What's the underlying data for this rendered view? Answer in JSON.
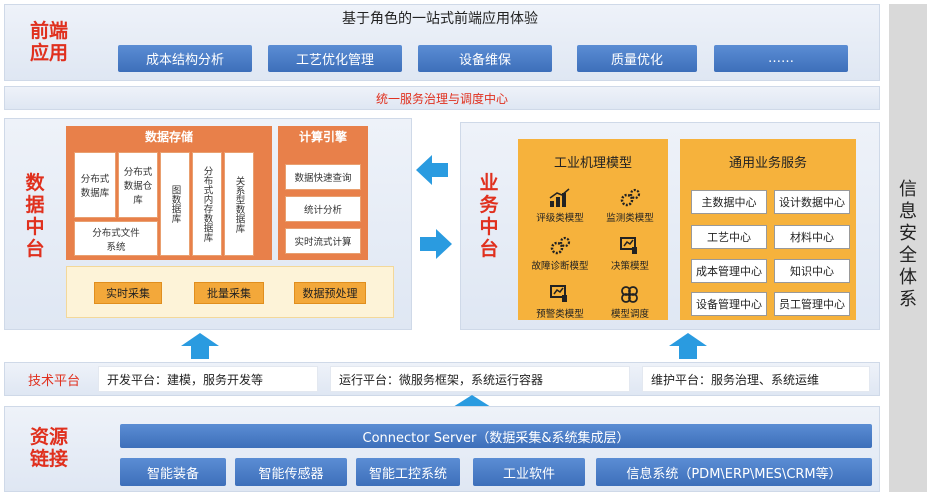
{
  "frontend": {
    "label_line1": "前端",
    "label_line2": "应用",
    "title": "基于角色的一站式前端应用体验",
    "apps": [
      "成本结构分析",
      "工艺优化管理",
      "设备维保",
      "质量优化",
      "……"
    ]
  },
  "service_governance": "统一服务治理与调度中心",
  "data_platform": {
    "label": [
      "数",
      "据",
      "中",
      "台"
    ],
    "storage_title": "数据存储",
    "storage_items": {
      "distributed_db": "分布式数据库",
      "distributed_warehouse": "分布式数据仓库",
      "graph_db": "图数据库",
      "memory_db": "分布式内存数据库",
      "relational_db": "关系型数据库",
      "distributed_fs": "分布式文件系统"
    },
    "compute_title": "计算引擎",
    "compute_items": [
      "数据快速查询",
      "统计分析",
      "实时流式计算"
    ],
    "collect_items": [
      "实时采集",
      "批量采集",
      "数据预处理"
    ]
  },
  "business_platform": {
    "label": [
      "业",
      "务",
      "中",
      "台"
    ],
    "models_title": "工业机理模型",
    "models": [
      "评级类模型",
      "监测类模型",
      "故障诊断模型",
      "决策模型",
      "预警类模型",
      "模型调度"
    ],
    "services_title": "通用业务服务",
    "services": [
      "主数据中心",
      "设计数据中心",
      "工艺中心",
      "材料中心",
      "成本管理中心",
      "知识中心",
      "设备管理中心",
      "员工管理中心"
    ]
  },
  "tech_platform": {
    "label": "技术平台",
    "items": [
      "开发平台：建模，服务开发等",
      "运行平台：微服务框架，系统运行容器",
      "维护平台：服务治理、系统运维"
    ]
  },
  "resource": {
    "label_line1": "资源",
    "label_line2": "链接",
    "connector": "Connector Server（数据采集&系统集成层）",
    "items": [
      "智能装备",
      "智能传感器",
      "智能工控系统",
      "工业软件",
      "信息系统（PDM\\ERP\\MES\\CRM等）"
    ]
  },
  "security": {
    "label": [
      "信",
      "息",
      "安",
      "全",
      "体",
      "系"
    ]
  },
  "colors": {
    "accent_red": "#e0301e",
    "button_blue": "#4a7dc6",
    "storage_orange": "#e8804a",
    "business_yellow": "#f6b23c",
    "arrow_blue": "#2a9be0"
  }
}
